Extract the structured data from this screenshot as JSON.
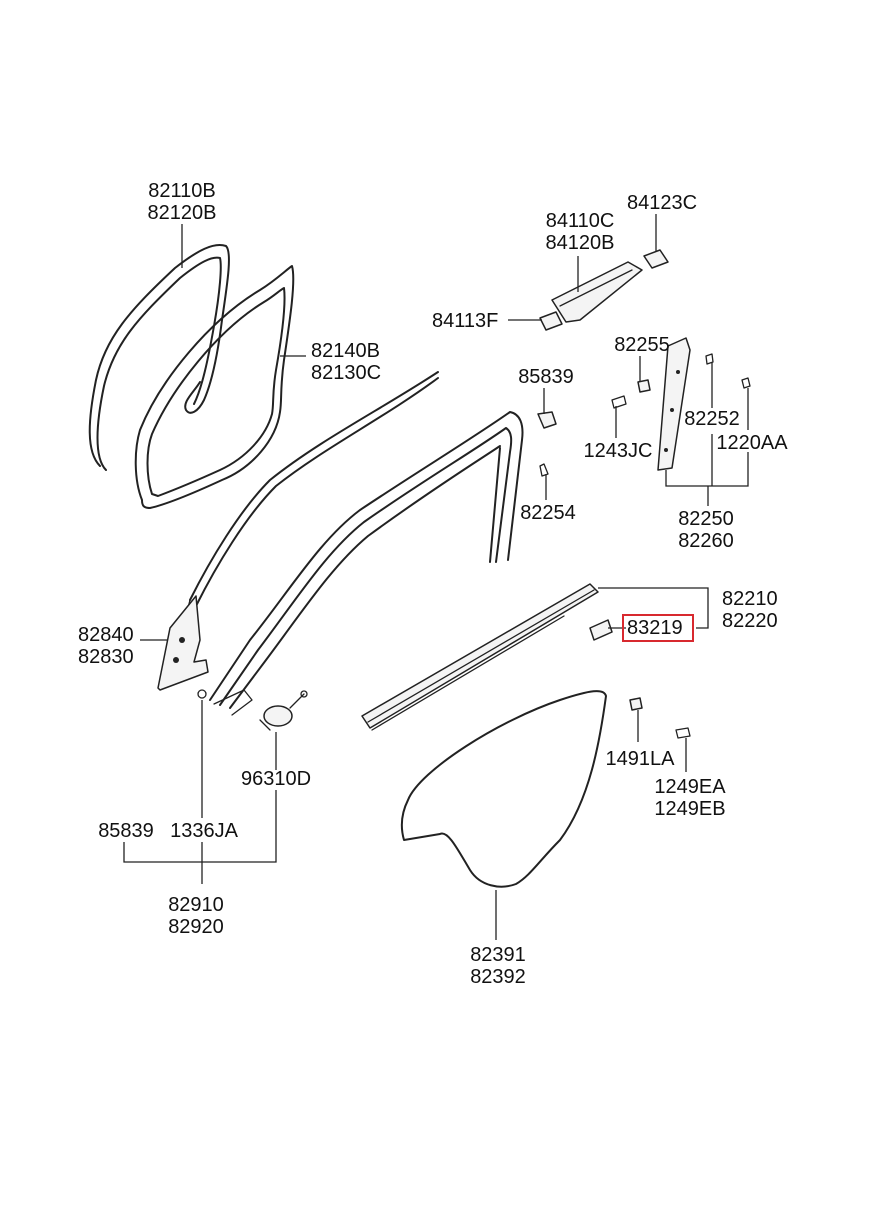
{
  "labels": {
    "weatherstrip_door": [
      "82110B",
      "82120B"
    ],
    "weatherstrip_body": [
      "82140B",
      "82130C"
    ],
    "garnish": [
      "84110C",
      "84120B"
    ],
    "garnish_cap": "84123C",
    "garnish_end": "84113F",
    "clip_top": "85839",
    "clip_small": "82254",
    "screw_a": "82255",
    "bolt_a": "1243JC",
    "clip_b": "82252",
    "screw_b": "1220AA",
    "pillar_trim": [
      "82250",
      "82260"
    ],
    "delta_trim": [
      "82840",
      "82830"
    ],
    "belt_moulding": [
      "82210",
      "82220"
    ],
    "highlighted_part": "83219",
    "speaker": "96310D",
    "grommet": "1491LA",
    "bolt_c": [
      "1249EA",
      "1249EB"
    ],
    "clip_bottom": "85839",
    "clip_bottom_b": "1336JA",
    "delta_assy": [
      "82910",
      "82920"
    ],
    "vapor_barrier": [
      "82391",
      "82392"
    ]
  },
  "highlight_color": "#d8292f"
}
